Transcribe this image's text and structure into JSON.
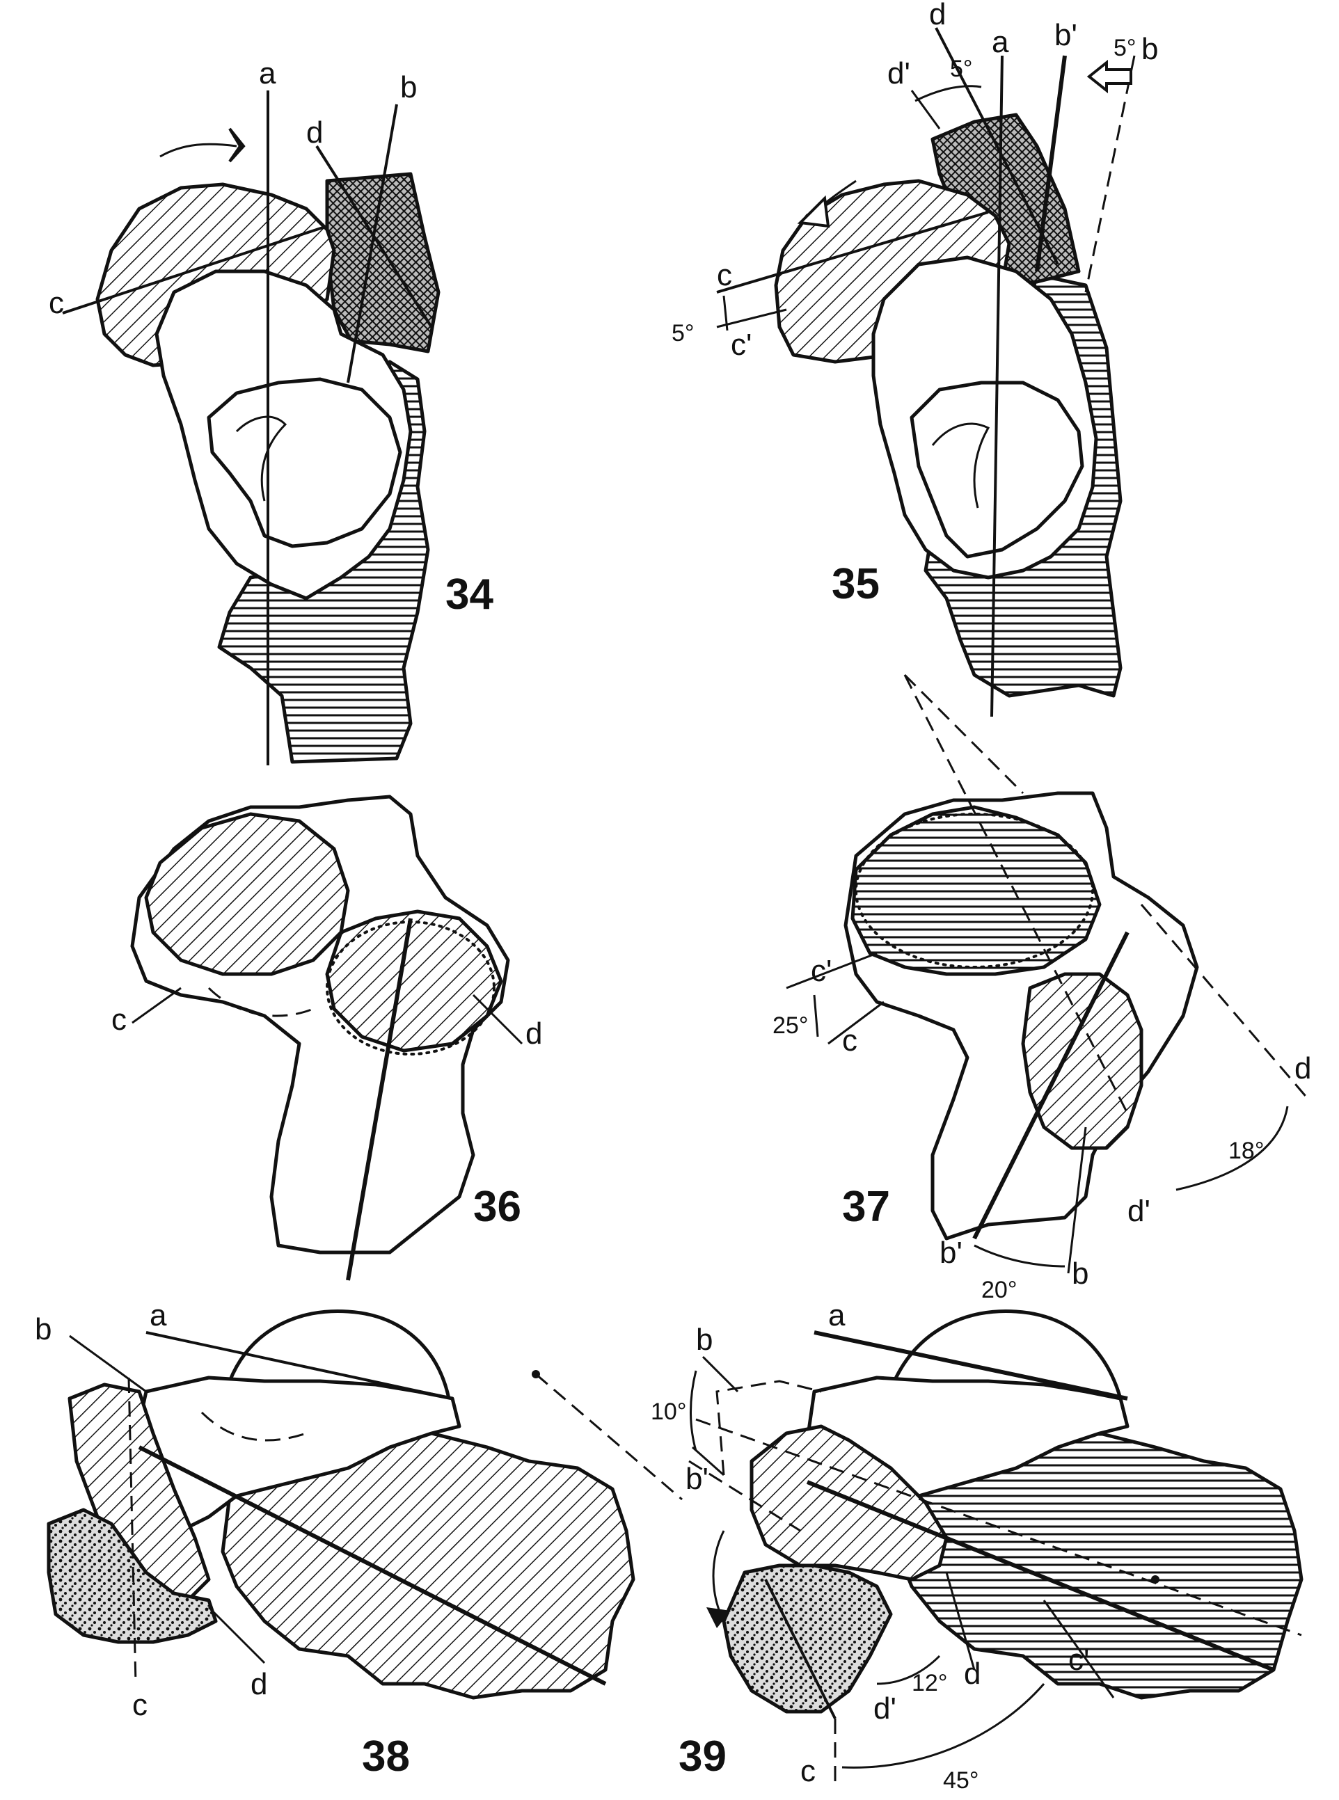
{
  "figures": [
    {
      "number": "34",
      "labels": [
        "a",
        "b",
        "c",
        "d"
      ]
    },
    {
      "number": "35",
      "labels": [
        "a",
        "b",
        "b'",
        "c",
        "c'",
        "d",
        "d'"
      ],
      "angles": [
        "5°",
        "5°",
        "5°"
      ]
    },
    {
      "number": "36",
      "labels": [
        "c",
        "d"
      ]
    },
    {
      "number": "37",
      "labels": [
        "b",
        "b'",
        "c",
        "c'",
        "d",
        "d'"
      ],
      "angles": [
        "25°",
        "18°",
        "20°"
      ]
    },
    {
      "number": "38",
      "labels": [
        "a",
        "b",
        "c",
        "d"
      ]
    },
    {
      "number": "39",
      "labels": [
        "a",
        "b",
        "b'",
        "c",
        "c'",
        "d",
        "d'"
      ],
      "angles": [
        "10°",
        "12°",
        "45°"
      ]
    }
  ],
  "colors": {
    "ink": "#111111",
    "paper": "#ffffff"
  }
}
